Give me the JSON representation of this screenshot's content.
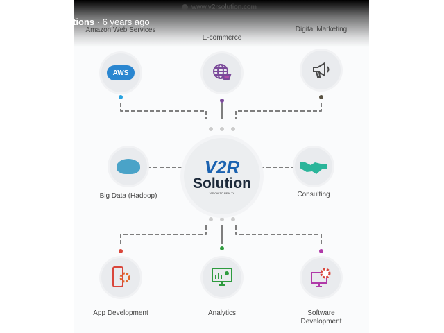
{
  "video_overlay": {
    "url": "www.v2rsolution.com",
    "channel_fragment": "tions",
    "age": "· 6 years ago"
  },
  "center": {
    "brand_mark": "V2R",
    "name": "Solution",
    "tagline": "VISION TO REALTY"
  },
  "services": [
    {
      "label": "Amazon Web Services",
      "icon": "aws-cloud-icon",
      "icon_text": "AWS",
      "color": "#29a3e0"
    },
    {
      "label": "E-commerce",
      "icon": "globe-cart-icon",
      "color": "#7b4a9a"
    },
    {
      "label": "Digital Marketing",
      "icon": "megaphone-icon",
      "color": "#5a5343"
    },
    {
      "label": "Big Data (Hadoop)",
      "icon": "hadoop-elephant-icon",
      "color": "#4aa3c8"
    },
    {
      "label": "Consulting",
      "icon": "handshake-icon",
      "color": "#2bb59a"
    },
    {
      "label": "App Development",
      "icon": "mobile-gear-icon",
      "color": "#d9463b"
    },
    {
      "label": "Analytics",
      "icon": "analytics-monitor-icon",
      "color": "#2e9b3e"
    },
    {
      "label": "Software Development",
      "icon": "monitor-gear-icon",
      "color": "#b03aa8"
    }
  ]
}
